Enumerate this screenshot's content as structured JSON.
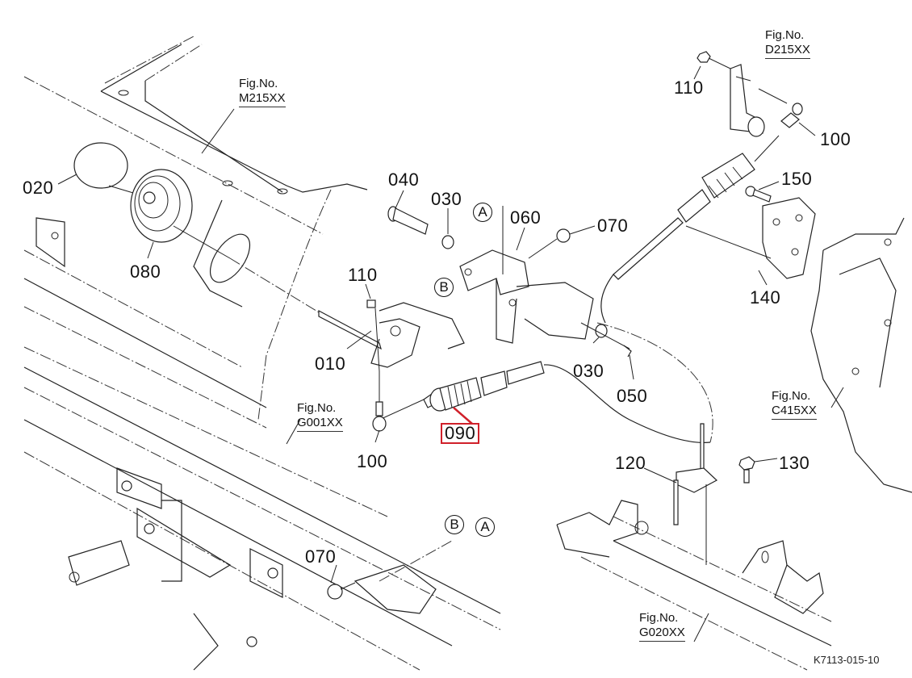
{
  "diagram": {
    "type": "exploded-parts-diagram",
    "drawing_number": "K7113-015-10",
    "highlighted_part": "090",
    "highlight_color": "#d0202a",
    "figure_references": [
      {
        "prefix": "Fig.No.",
        "code": "M215XX"
      },
      {
        "prefix": "Fig.No.",
        "code": "D215XX"
      },
      {
        "prefix": "Fig.No.",
        "code": "G001XX"
      },
      {
        "prefix": "Fig.No.",
        "code": "C415XX"
      },
      {
        "prefix": "Fig.No.",
        "code": "G020XX"
      }
    ],
    "part_labels": {
      "p020": "020",
      "p080": "080",
      "p040": "040",
      "p030a": "030",
      "p060": "060",
      "p070a": "070",
      "p110a": "110",
      "p010": "010",
      "p100a": "100",
      "p090": "090",
      "p030b": "030",
      "p050": "050",
      "p110b": "110",
      "p100b": "100",
      "p150": "150",
      "p140": "140",
      "p120": "120",
      "p130": "130",
      "p070b": "070"
    },
    "reference_markers": {
      "A1": "A",
      "B1": "B",
      "B2": "B",
      "A2": "A"
    }
  }
}
